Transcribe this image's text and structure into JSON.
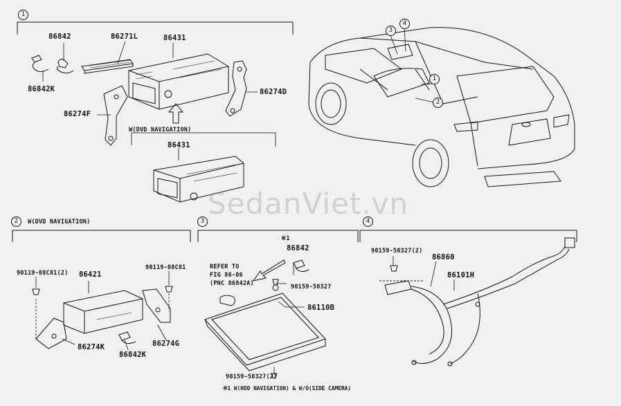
{
  "sections": {
    "s1": {
      "num": "1"
    },
    "s2": {
      "num": "2",
      "title": "W(DVD NAVIGATION)"
    },
    "s3": {
      "num": "3"
    },
    "s4": {
      "num": "4"
    }
  },
  "sub_label_dvd": "W(DVD NAVIGATION)",
  "parts": {
    "p86842_top": "86842",
    "p86271L": "86271L",
    "p86431_top": "86431",
    "p86842K_top": "86842K",
    "p86274D": "86274D",
    "p86274F": "86274F",
    "p86431_dvd": "86431",
    "p90119_left": "90119-08C81(2)",
    "p86421": "86421",
    "p90119_right": "90119-08C81",
    "p86274K": "86274K",
    "p86842K_bot": "86842K",
    "p86274G": "86274G",
    "note_mark": "※1",
    "p86842_s3": "86842",
    "refer_line1": "REFER TO",
    "refer_line2": "FIG 86-06",
    "refer_line3": "(PNC 86842A)",
    "p90159_s3a": "90159-50327",
    "p86110B": "86110B",
    "p90159_s3b": "90159-50327(2)",
    "p90159_s4": "90159-50327(2)",
    "p86860": "86860",
    "p86101H": "86101H"
  },
  "footnote": "※1 W(HDD NAVIGATION) & W/O(SIDE CAMERA)",
  "car_callouts": [
    "1",
    "2",
    "3",
    "4"
  ],
  "watermark": "SedanViet.vn"
}
